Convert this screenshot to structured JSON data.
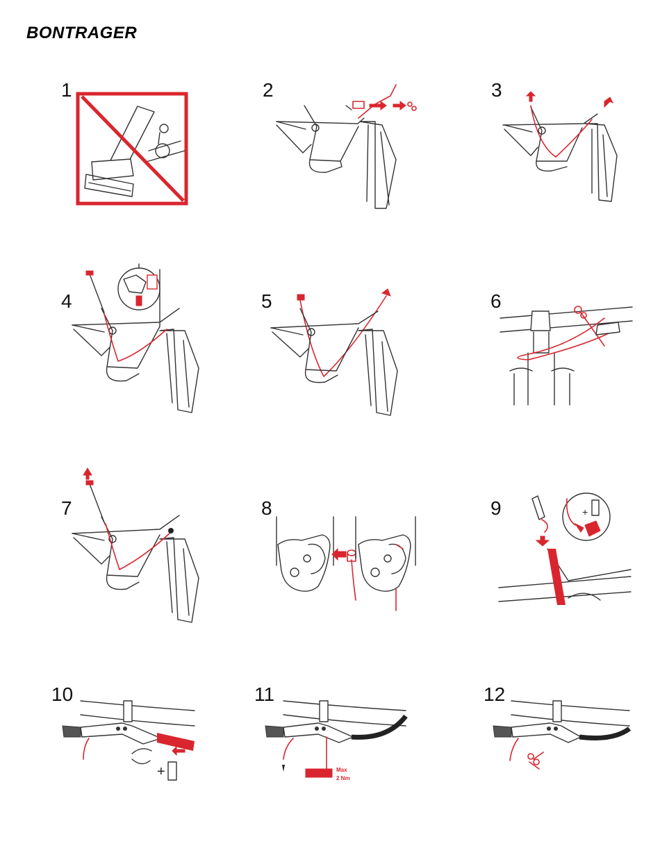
{
  "brand": "BONTRAGER",
  "steps": [
    {
      "num": "1"
    },
    {
      "num": "2"
    },
    {
      "num": "3"
    },
    {
      "num": "4"
    },
    {
      "num": "5"
    },
    {
      "num": "6"
    },
    {
      "num": "7"
    },
    {
      "num": "8"
    },
    {
      "num": "9"
    },
    {
      "num": "10"
    },
    {
      "num": "11"
    },
    {
      "num": "12"
    }
  ],
  "annotations": {
    "step9_plus": "+",
    "step10_plus": "+",
    "step11_torque_line1": "Max",
    "step11_torque_line2": "2 Nm"
  },
  "colors": {
    "accent": "#d9262e",
    "line": "#333333"
  }
}
